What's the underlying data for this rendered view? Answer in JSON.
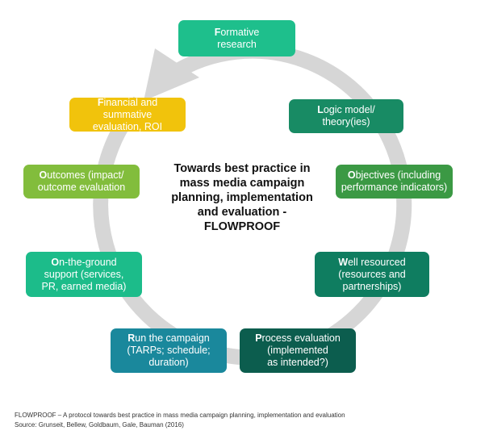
{
  "diagram": {
    "title": "Towards best practice in\nmass media campaign\nplanning, implementation\nand evaluation -\nFLOWPROOF",
    "steps": [
      {
        "lead": "F",
        "rest": "ormative\nresearch",
        "color": "#1ebf8c"
      },
      {
        "lead": "L",
        "rest": "ogic model/\ntheory(ies)",
        "color": "#188b64"
      },
      {
        "lead": "O",
        "rest": "bjectives (including\nperformance indicators)",
        "color": "#3b9944"
      },
      {
        "lead": "W",
        "rest": "ell resourced\n(resources and\npartnerships)",
        "color": "#0f7d60"
      },
      {
        "lead": "P",
        "rest": "rocess evaluation\n(implemented\nas intended?)",
        "color": "#0c5d4e"
      },
      {
        "lead": "R",
        "rest": "un the campaign\n(TARPs; schedule;\nduration)",
        "color": "#1a889c"
      },
      {
        "lead": "O",
        "rest": "n-the-ground\nsupport (services,\nPR, earned media)",
        "color": "#1cbc8a"
      },
      {
        "lead": "O",
        "rest": "utcomes (impact/\noutcome evaluation",
        "color": "#82bd3c"
      },
      {
        "lead": "F",
        "rest": "inancial and summative\nevaluation, ROI",
        "color": "#f1c30c"
      }
    ],
    "ring_color": "#d6d6d6"
  },
  "caption": {
    "line1": "FLOWPROOF – A protocol towards best practice in mass media campaign planning, implementation and evaluation",
    "line2": "Source: Grunseit, Bellew, Goldbaum, Gale, Bauman (2016)"
  }
}
